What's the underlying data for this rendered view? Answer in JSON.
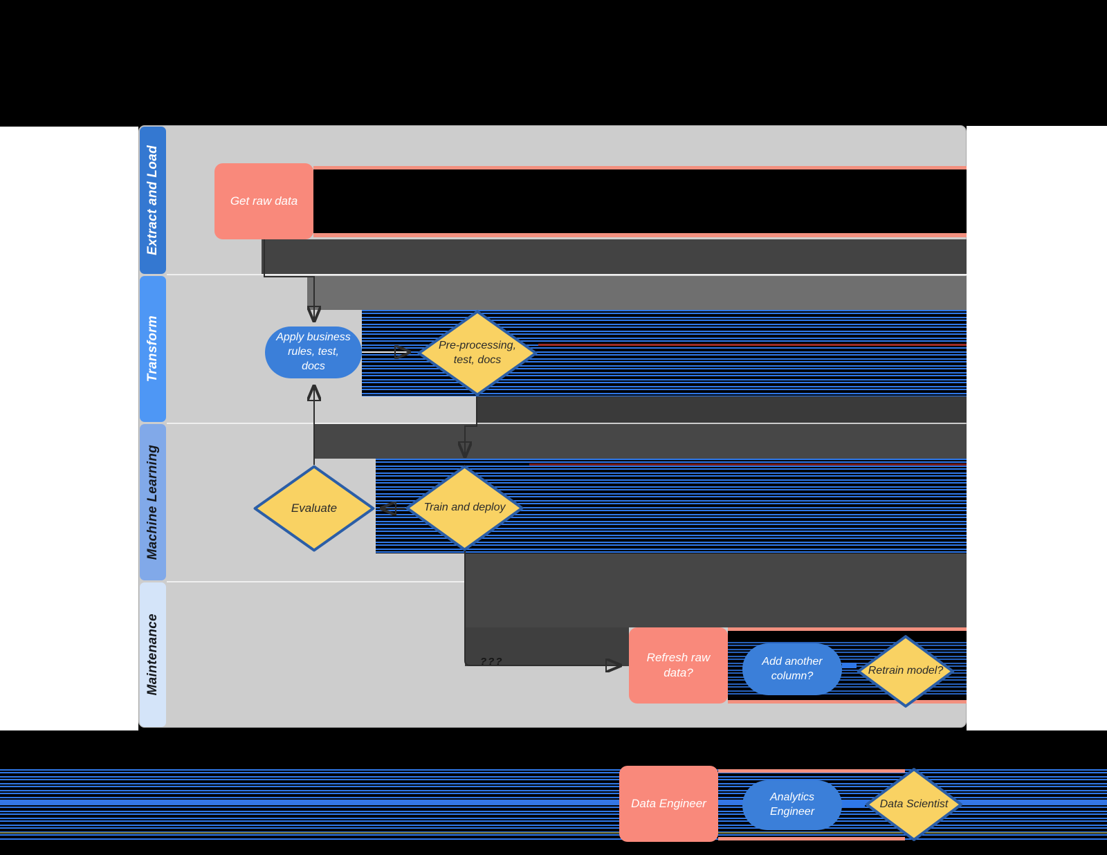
{
  "diagram": {
    "lanes": [
      {
        "label": "Extract and Load",
        "color": "#3478d1",
        "text_color": "#ffffff"
      },
      {
        "label": "Transform",
        "color": "#4e97f5",
        "text_color": "#ffffff"
      },
      {
        "label": "Machine Learning",
        "color": "#81a9e9",
        "text_color": "#15181d"
      },
      {
        "label": "Maintenance",
        "color": "#d4e4f9",
        "text_color": "#15181d"
      }
    ],
    "nodes": {
      "get_raw_data": {
        "label": "Get raw data",
        "type": "process"
      },
      "apply_rules": {
        "label": "Apply business\nrules, test,\ndocs",
        "type": "stadium"
      },
      "preprocessing": {
        "label": "Pre-processing,\ntest, docs",
        "type": "decision"
      },
      "evaluate": {
        "label": "Evaluate",
        "type": "decision"
      },
      "train_deploy": {
        "label": "Train and deploy",
        "type": "decision"
      },
      "refresh_data": {
        "label": "Refresh raw\ndata?",
        "type": "process"
      },
      "add_column": {
        "label": "Add another\ncolumn?",
        "type": "stadium"
      },
      "retrain": {
        "label": "Retrain model?",
        "type": "decision"
      }
    },
    "connector_label": "???",
    "legend": {
      "data_engineer": "Data Engineer",
      "analytics_engineer": "Analytics\nEngineer",
      "data_scientist": "Data Scientist"
    },
    "colors": {
      "process_salmon": "#f9897b",
      "stadium_blue": "#3b7fd9",
      "decision_yellow": "#f9d263",
      "decision_border": "#2b5ea7",
      "stripe_blue": "#2f78e8",
      "panel_gray": "#cdcdcd",
      "page_black": "#000000",
      "smear_salmon": "#f2907f"
    }
  }
}
